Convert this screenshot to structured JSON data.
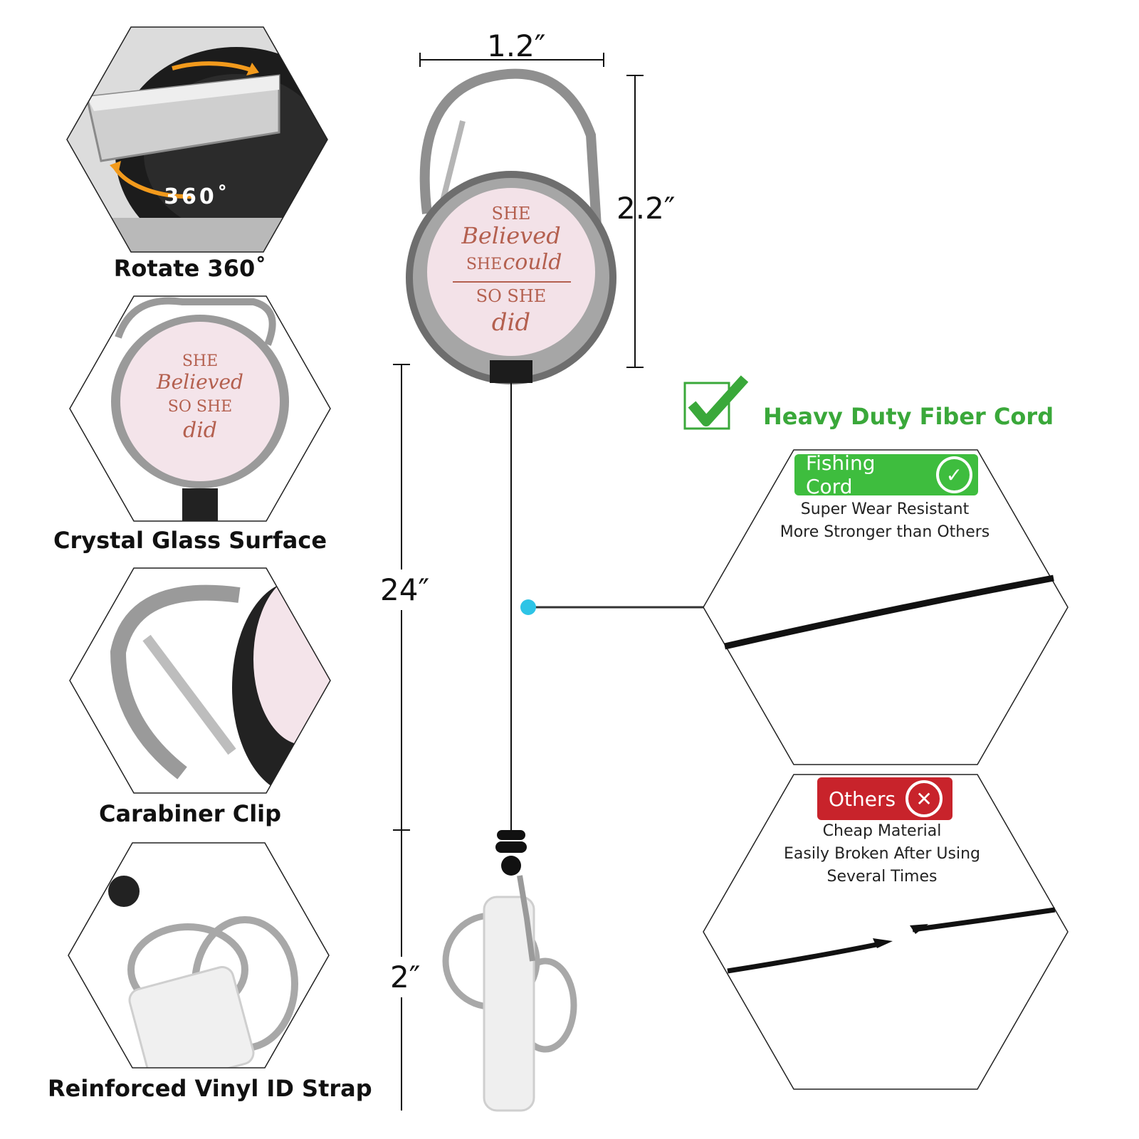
{
  "features": [
    {
      "caption": "Rotate 360˚",
      "overlay_text": "360˚"
    },
    {
      "caption": "Crystal Glass Surface"
    },
    {
      "caption": "Carabiner Clip"
    },
    {
      "caption": "Reinforced Vinyl ID Strap"
    }
  ],
  "dimensions": {
    "width": "1.2″",
    "height": "2.2″",
    "cord": "24″",
    "strap": "2″"
  },
  "badge_quote": {
    "line1": "SHE",
    "line2": "Believed",
    "line3a": "SHE",
    "line3b": "could",
    "line4": "SO SHE",
    "line5": "did"
  },
  "cord_section": {
    "heading": "Heavy Duty Fiber Cord",
    "good": {
      "badge": "Fishing Cord",
      "icon": "check-circle-icon",
      "lines": [
        "Super Wear Resistant",
        "More Stronger than Others"
      ]
    },
    "bad": {
      "badge": "Others",
      "icon": "x-circle-icon",
      "lines": [
        "Cheap Material",
        "Easily Broken After Using",
        "Several Times"
      ]
    }
  },
  "colors": {
    "green": "#3aa83a",
    "badge_green": "#3ebd3e",
    "red": "#c8232b",
    "cyan": "#2ec4e6",
    "quote": "#b4604f"
  }
}
